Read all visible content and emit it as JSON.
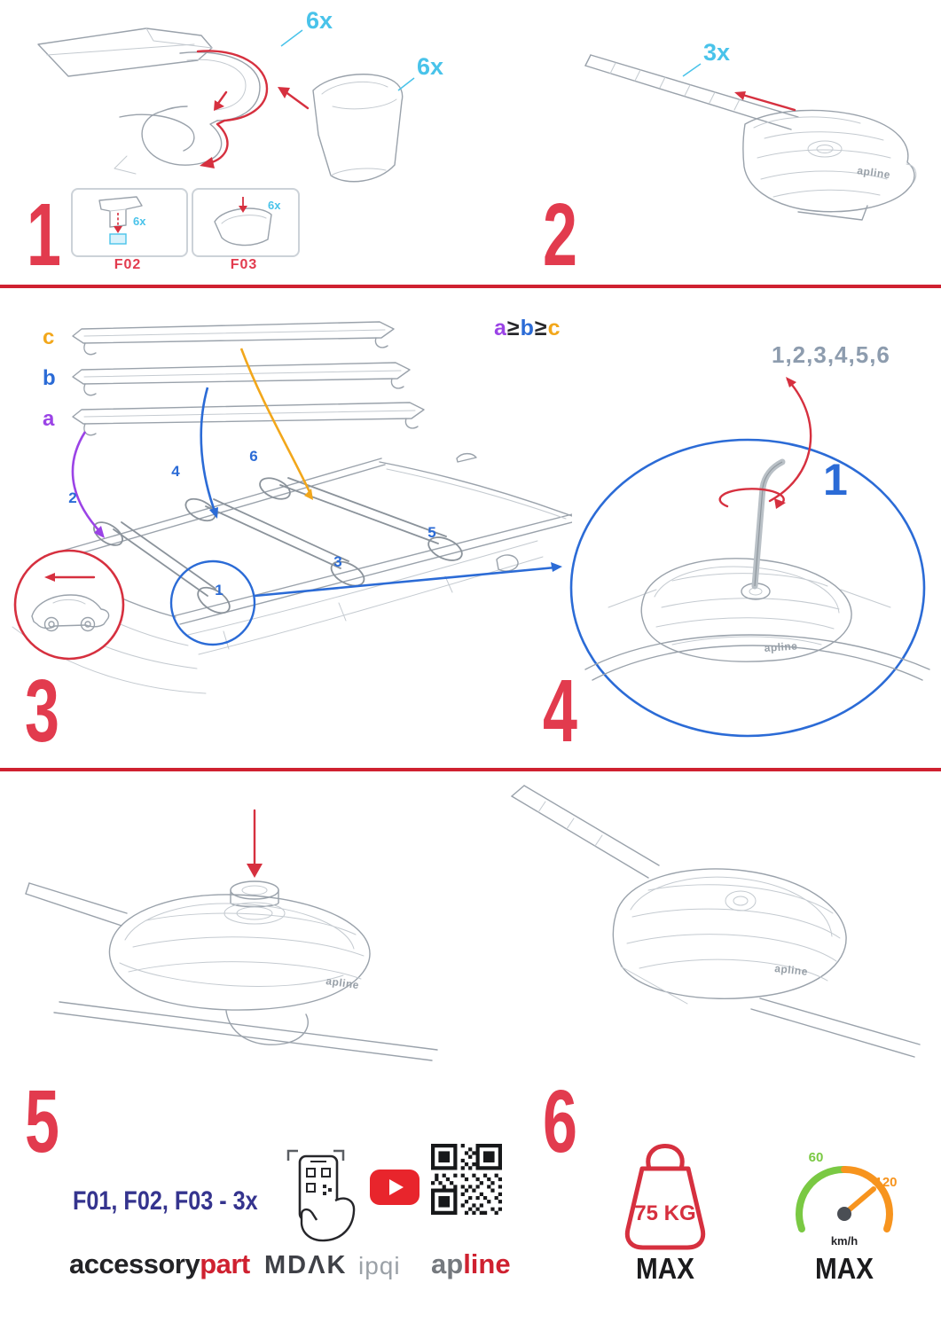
{
  "colors": {
    "step_number_red": "#e23b4e",
    "arrow_red": "#d6303f",
    "divider_red": "#cf2130",
    "qty_cyan": "#49c3ea",
    "accent_blue": "#2b6bd6",
    "accent_purple": "#9b43e6",
    "accent_orange": "#f2a71b",
    "note_navy": "#35348e",
    "sequence_gray": "#8d9cae",
    "brand_red": "#cf2130",
    "brand_gray": "#9ba1a7",
    "speed_green": "#7ac943",
    "speed_orange": "#f7941e"
  },
  "steps": {
    "s1": {
      "num": "1",
      "qty_clamp": "6x",
      "qty_cover": "6x",
      "box1_label": "F02",
      "box1_qty": "6x",
      "box2_label": "F03",
      "box2_qty": "6x"
    },
    "s2": {
      "num": "2",
      "qty": "3x"
    },
    "s3": {
      "num": "3",
      "bar_a": "a",
      "bar_b": "b",
      "bar_c": "c",
      "rule_a": "a",
      "rule_gte1": "≥",
      "rule_b": "b",
      "rule_gte2": "≥",
      "rule_c": "c",
      "pos1": "1",
      "pos2": "2",
      "pos3": "3",
      "pos4": "4",
      "pos5": "5",
      "pos6": "6"
    },
    "s4": {
      "num": "4",
      "sequence": "1,2,3,4,5,6",
      "first": "1"
    },
    "s5": {
      "num": "5"
    },
    "s6": {
      "num": "6"
    }
  },
  "product": {
    "logo": "apline"
  },
  "footer": {
    "parts_note": "F01, F02, F03 - 3x",
    "brand_accessory": "accessory",
    "brand_part": "part",
    "brand_mdak": "MDΛK",
    "brand_ipqi": "ipqi",
    "brand_ap": "ap",
    "brand_line": "line",
    "weight_value": "75 KG",
    "weight_max": "MAX",
    "speed_low": "60",
    "speed_high": "120",
    "speed_unit": "km/h",
    "speed_max": "MAX"
  }
}
